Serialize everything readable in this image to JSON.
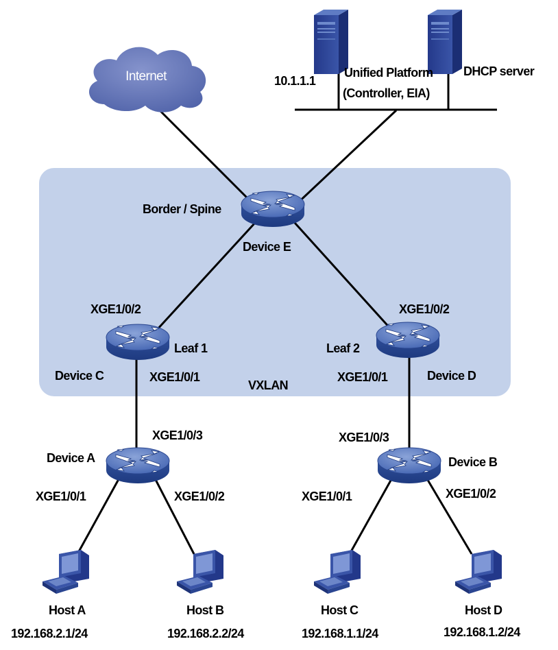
{
  "internet": {
    "label": "Internet"
  },
  "servers": {
    "platform_ip": "10.1.1.1",
    "platform_name_line1": "Unified Platform",
    "platform_name_line2": "(Controller, EIA)",
    "dhcp_label": "DHCP server"
  },
  "fabric": {
    "label": "VXLAN"
  },
  "spine": {
    "role": "Border / Spine",
    "name": "Device E"
  },
  "leaf1": {
    "role": "Leaf 1",
    "name": "Device C",
    "up_port": "XGE1/0/2",
    "down_port": "XGE1/0/1"
  },
  "leaf2": {
    "role": "Leaf 2",
    "name": "Device D",
    "up_port": "XGE1/0/2",
    "down_port": "XGE1/0/1"
  },
  "access_a": {
    "name": "Device A",
    "up_port": "XGE1/0/3",
    "port1": "XGE1/0/1",
    "port2": "XGE1/0/2"
  },
  "access_b": {
    "name": "Device B",
    "up_port": "XGE1/0/3",
    "port1": "XGE1/0/1",
    "port2": "XGE1/0/2"
  },
  "hosts": [
    {
      "name": "Host A",
      "ip": "192.168.2.1/24"
    },
    {
      "name": "Host B",
      "ip": "192.168.2.2/24"
    },
    {
      "name": "Host C",
      "ip": "192.168.1.1/24"
    },
    {
      "name": "Host D",
      "ip": "192.168.1.2/24"
    }
  ],
  "colors": {
    "fabric_fill": "#c3d1ea",
    "device_blue": "#3f5fa8",
    "cloud_blue": "#5a70b4",
    "line": "#000000"
  }
}
